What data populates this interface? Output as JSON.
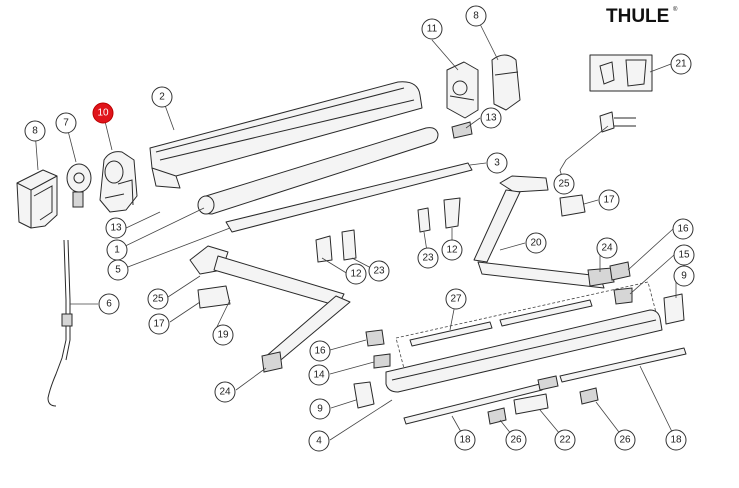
{
  "brand": {
    "name": "THULE",
    "mark": "®"
  },
  "accent_color": "#e0141b",
  "callouts": [
    {
      "id": "c-11",
      "label": "11"
    },
    {
      "id": "c-8-top",
      "label": "8"
    },
    {
      "id": "c-21",
      "label": "21"
    },
    {
      "id": "c-2",
      "label": "2"
    },
    {
      "id": "c-10",
      "label": "10",
      "highlighted": true
    },
    {
      "id": "c-7",
      "label": "7"
    },
    {
      "id": "c-8-left",
      "label": "8"
    },
    {
      "id": "c-13-top",
      "label": "13"
    },
    {
      "id": "c-3",
      "label": "3"
    },
    {
      "id": "c-25-right",
      "label": "25"
    },
    {
      "id": "c-17-right",
      "label": "17"
    },
    {
      "id": "c-13-left",
      "label": "13"
    },
    {
      "id": "c-1",
      "label": "1"
    },
    {
      "id": "c-5",
      "label": "5"
    },
    {
      "id": "c-12-mid",
      "label": "12"
    },
    {
      "id": "c-23-mid",
      "label": "23"
    },
    {
      "id": "c-23-right",
      "label": "23"
    },
    {
      "id": "c-12-right",
      "label": "12"
    },
    {
      "id": "c-20",
      "label": "20"
    },
    {
      "id": "c-24-right",
      "label": "24"
    },
    {
      "id": "c-16-right",
      "label": "16"
    },
    {
      "id": "c-15",
      "label": "15"
    },
    {
      "id": "c-9-right",
      "label": "9"
    },
    {
      "id": "c-6",
      "label": "6"
    },
    {
      "id": "c-25-left",
      "label": "25"
    },
    {
      "id": "c-17-left",
      "label": "17"
    },
    {
      "id": "c-19",
      "label": "19"
    },
    {
      "id": "c-27",
      "label": "27"
    },
    {
      "id": "c-16-left",
      "label": "16"
    },
    {
      "id": "c-14",
      "label": "14"
    },
    {
      "id": "c-24-left",
      "label": "24"
    },
    {
      "id": "c-9-left",
      "label": "9"
    },
    {
      "id": "c-4",
      "label": "4"
    },
    {
      "id": "c-18-left",
      "label": "18"
    },
    {
      "id": "c-26-left",
      "label": "26"
    },
    {
      "id": "c-22",
      "label": "22"
    },
    {
      "id": "c-26-right",
      "label": "26"
    },
    {
      "id": "c-18-right",
      "label": "18"
    }
  ]
}
